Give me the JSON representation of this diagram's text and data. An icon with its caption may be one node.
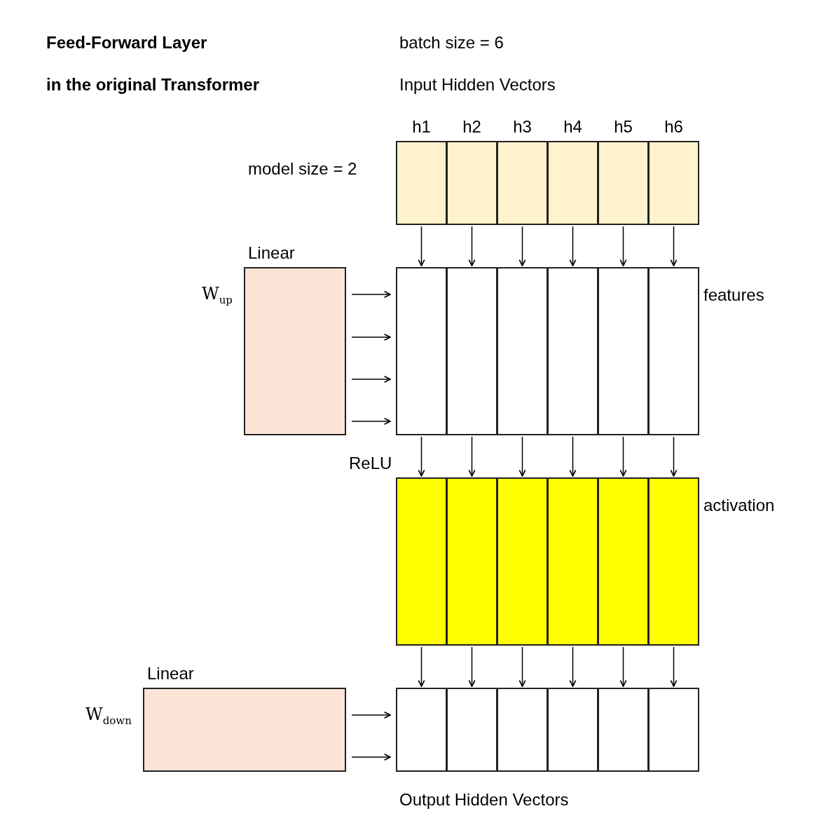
{
  "diagram": {
    "title": "Feed-Forward Layer",
    "nodes": [
      {
        "text": [
          "h1"
        ]
      },
      {
        "text": [
          "h2"
        ]
      },
      {
        "text": [
          "h3"
        ]
      },
      {
        "text": [
          "h4"
        ]
      },
      {
        "text": [
          "h5"
        ]
      },
      {
        "text": [
          "h6"
        ]
      },
      {
        "text": [
          "Linear"
        ],
        "beside": [
          "W$_{up}$"
        ]
      },
      {
        "text": [],
        "shape": "box"
      },
      {
        "text": [],
        "shape": "box"
      },
      {
        "text": [],
        "shape": "box"
      },
      {
        "text": [],
        "shape": "box"
      },
      {
        "text": [],
        "shape": "box"
      },
      {
        "text": [],
        "shape": "box",
        "beside": [
          "features"
        ]
      },
      {
        "text": [],
        "shape": "box"
      },
      {
        "text": [],
        "shape": "box"
      },
      {
        "text": [],
        "shape": "box"
      },
      {
        "text": [],
        "shape": "box"
      },
      {
        "text": [],
        "shape": "box"
      },
      {
        "text": [],
        "shape": "box",
        "beside": [
          "activation"
        ]
      },
      {
        "text": [
          "Linear"
        ],
        "beside": [
          "W$_{down}$"
        ]
      },
      {
        "text": [],
        "shape": "box"
      },
      {
        "text": [],
        "shape": "box"
      },
      {
        "text": [],
        "shape": "box"
      },
      {
        "text": [],
        "shape": "box"
      },
      {
        "text": [],
        "shape": "box"
      },
      {
        "text": [],
        "shape": "box"
      }
    ],
    "edges": [
      {
        "from": 0,
        "to": 7,
        "arrow": "to"
      },
      {
        "from": 1,
        "to": 8,
        "arrow": "to"
      },
      {
        "from": 2,
        "to": 9,
        "arrow": "to"
      },
      {
        "from": 3,
        "to": 10,
        "arrow": "to"
      },
      {
        "from": 4,
        "to": 11,
        "arrow": "to"
      },
      {
        "from": 5,
        "to": 12,
        "arrow": "to"
      },
      {
        "from": 6,
        "to": 7,
        "arrow": "to"
      },
      {
        "from": 6,
        "to": 7,
        "arrow": "to"
      },
      {
        "from": 6,
        "to": 7,
        "arrow": "to"
      },
      {
        "from": 6,
        "to": 7,
        "arrow": "to"
      },
      {
        "from": 7,
        "to": 13,
        "arrow": "to"
      },
      {
        "from": 8,
        "to": 14,
        "arrow": "to"
      },
      {
        "from": 9,
        "to": 15,
        "arrow": "to"
      },
      {
        "from": 10,
        "to": 16,
        "arrow": "to"
      },
      {
        "from": 11,
        "to": 17,
        "arrow": "to"
      },
      {
        "from": 12,
        "to": 18,
        "arrow": "to"
      },
      {
        "from": 13,
        "to": 20,
        "arrow": "to"
      },
      {
        "from": 14,
        "to": 21,
        "arrow": "to"
      },
      {
        "from": 15,
        "to": 22,
        "arrow": "to"
      },
      {
        "from": 16,
        "to": 23,
        "arrow": "to"
      },
      {
        "from": 17,
        "to": 24,
        "arrow": "to"
      },
      {
        "from": 18,
        "to": 25,
        "arrow": "to"
      },
      {
        "from": 19,
        "to": 20,
        "arrow": "to"
      },
      {
        "from": 19,
        "to": 20,
        "arrow": "to"
      }
    ],
    "labels": [
      "batch size = 6",
      "in the original Transformer",
      "Input Hidden Vectors",
      "model size = 2",
      "ReLU",
      "Output Hidden Vectors"
    ]
  }
}
